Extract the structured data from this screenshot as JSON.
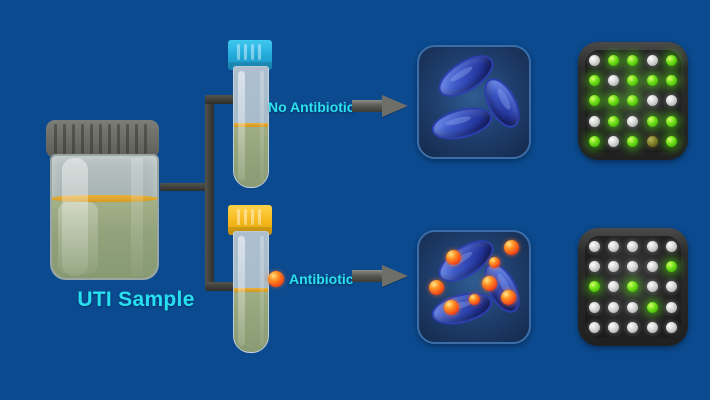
{
  "background_color": "#0b4a8f",
  "accent_color": "#2ae2f0",
  "sample": {
    "label": "UTI Sample",
    "container": "specimen-jar",
    "lid_color": "#6e6e69",
    "liquid_color": "#93a37c"
  },
  "branches": [
    {
      "id": "no-antibiotic",
      "label": "No Antibiotic",
      "cap_color": "#22a8d8",
      "has_drug_marker": false,
      "result": {
        "growth": "bacteria-growing",
        "bacteria_count": 3,
        "drug_particle_count": 0
      },
      "plate": {
        "rows": 5,
        "cols": 5,
        "wells": [
          [
            "white",
            "green",
            "green",
            "white",
            "green"
          ],
          [
            "green",
            "white",
            "green",
            "green",
            "green"
          ],
          [
            "green",
            "green",
            "green",
            "white",
            "white"
          ],
          [
            "white",
            "green",
            "white",
            "green",
            "green"
          ],
          [
            "green",
            "white",
            "green",
            "dim",
            "green"
          ]
        ]
      }
    },
    {
      "id": "antibiotic",
      "label": "Antibiotic",
      "cap_color": "#f5b81b",
      "has_drug_marker": true,
      "result": {
        "growth": "bacteria-inhibited",
        "bacteria_count": 3,
        "drug_particle_count": 8
      },
      "plate": {
        "rows": 5,
        "cols": 5,
        "wells": [
          [
            "white",
            "white",
            "white",
            "white",
            "white"
          ],
          [
            "white",
            "white",
            "white",
            "white",
            "green"
          ],
          [
            "green",
            "white",
            "green",
            "white",
            "white"
          ],
          [
            "white",
            "white",
            "white",
            "green",
            "white"
          ],
          [
            "white",
            "white",
            "white",
            "white",
            "white"
          ]
        ]
      }
    }
  ],
  "legend": {
    "drug_particle": "antibiotic-particle",
    "green_well": "growth-positive",
    "white_well": "no-growth"
  }
}
